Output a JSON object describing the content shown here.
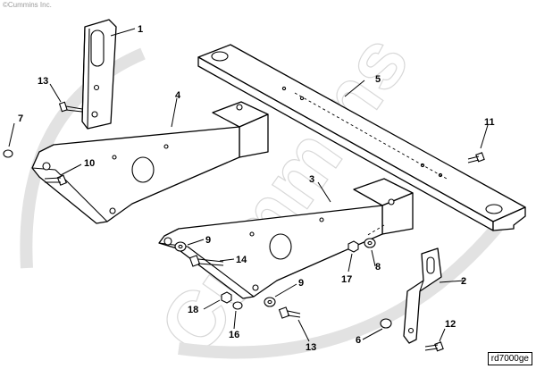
{
  "copyright": "©Cummins Inc.",
  "watermark": "Cummins",
  "drawing_code": "rd7000ge",
  "callouts": [
    {
      "id": "c1",
      "label": "1"
    },
    {
      "id": "c2",
      "label": "2"
    },
    {
      "id": "c3",
      "label": "3"
    },
    {
      "id": "c4",
      "label": "4"
    },
    {
      "id": "c5",
      "label": "5"
    },
    {
      "id": "c6",
      "label": "6"
    },
    {
      "id": "c7",
      "label": "7"
    },
    {
      "id": "c8",
      "label": "8"
    },
    {
      "id": "c9a",
      "label": "9"
    },
    {
      "id": "c9b",
      "label": "9"
    },
    {
      "id": "c10",
      "label": "10"
    },
    {
      "id": "c11",
      "label": "11"
    },
    {
      "id": "c12",
      "label": "12"
    },
    {
      "id": "c13a",
      "label": "13"
    },
    {
      "id": "c13b",
      "label": "13"
    },
    {
      "id": "c14",
      "label": "14"
    },
    {
      "id": "c16",
      "label": "16"
    },
    {
      "id": "c17",
      "label": "17"
    },
    {
      "id": "c18",
      "label": "18"
    }
  ],
  "colors": {
    "line": "#000000",
    "watermark": "#d8d8d8",
    "background": "#ffffff"
  }
}
